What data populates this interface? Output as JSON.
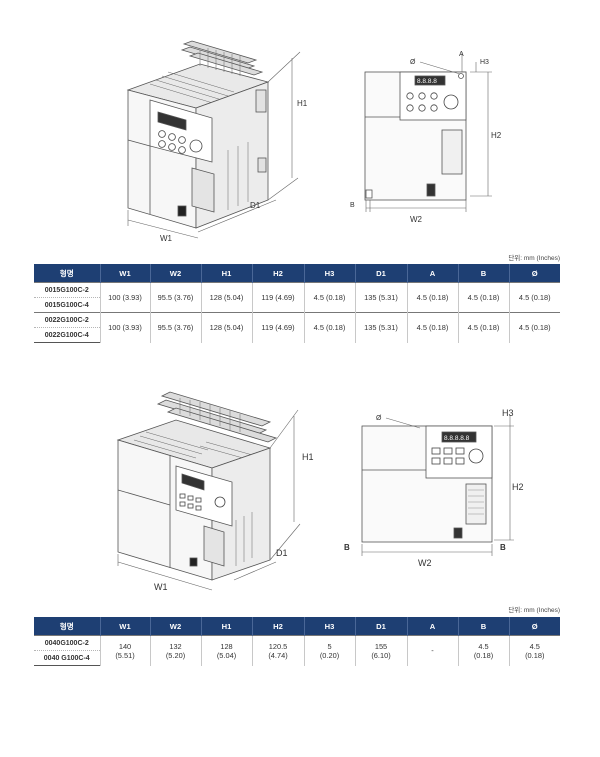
{
  "unit_label": "단위: mm (Inches)",
  "headers": [
    "형명",
    "W1",
    "W2",
    "H1",
    "H2",
    "H3",
    "D1",
    "A",
    "B",
    "Ø"
  ],
  "figure1": {
    "labels": {
      "h1": "H1",
      "d1": "D1",
      "w1": "W1",
      "phi": "Ø",
      "a": "A",
      "h3": "H3",
      "h2": "H2",
      "b": "B",
      "w2": "W2"
    },
    "display": "8.8.8.8"
  },
  "table1": {
    "groups": [
      {
        "models": [
          "0015G100C-2",
          "0015G100C-4"
        ],
        "values": [
          "100 (3.93)",
          "95.5 (3.76)",
          "128 (5.04)",
          "119 (4.69)",
          "4.5 (0.18)",
          "135 (5.31)",
          "4.5 (0.18)",
          "4.5 (0.18)",
          "4.5 (0.18)"
        ]
      },
      {
        "models": [
          "0022G100C-2",
          "0022G100C-4"
        ],
        "values": [
          "100 (3.93)",
          "95.5 (3.76)",
          "128 (5.04)",
          "119 (4.69)",
          "4.5 (0.18)",
          "135 (5.31)",
          "4.5 (0.18)",
          "4.5 (0.18)",
          "4.5 (0.18)"
        ]
      }
    ]
  },
  "figure2": {
    "labels": {
      "h1": "H1",
      "d1": "D1",
      "w1": "W1",
      "phi": "Ø",
      "h3": "H3",
      "h2": "H2",
      "b_left": "B",
      "b_right": "B",
      "w2": "W2"
    },
    "display": "8.8.8.8.8"
  },
  "table2": {
    "models": [
      "0040G100C-2",
      "0040 G100C-4"
    ],
    "values": [
      [
        "140",
        "(5.51)"
      ],
      [
        "132",
        "(5.20)"
      ],
      [
        "128",
        "(5.04)"
      ],
      [
        "120.5",
        "(4.74)"
      ],
      [
        "5",
        "(0.20)"
      ],
      [
        "155",
        "(6.10)"
      ],
      [
        "-",
        ""
      ],
      [
        "4.5",
        "(0.18)"
      ],
      [
        "4.5",
        "(0.18)"
      ]
    ]
  }
}
